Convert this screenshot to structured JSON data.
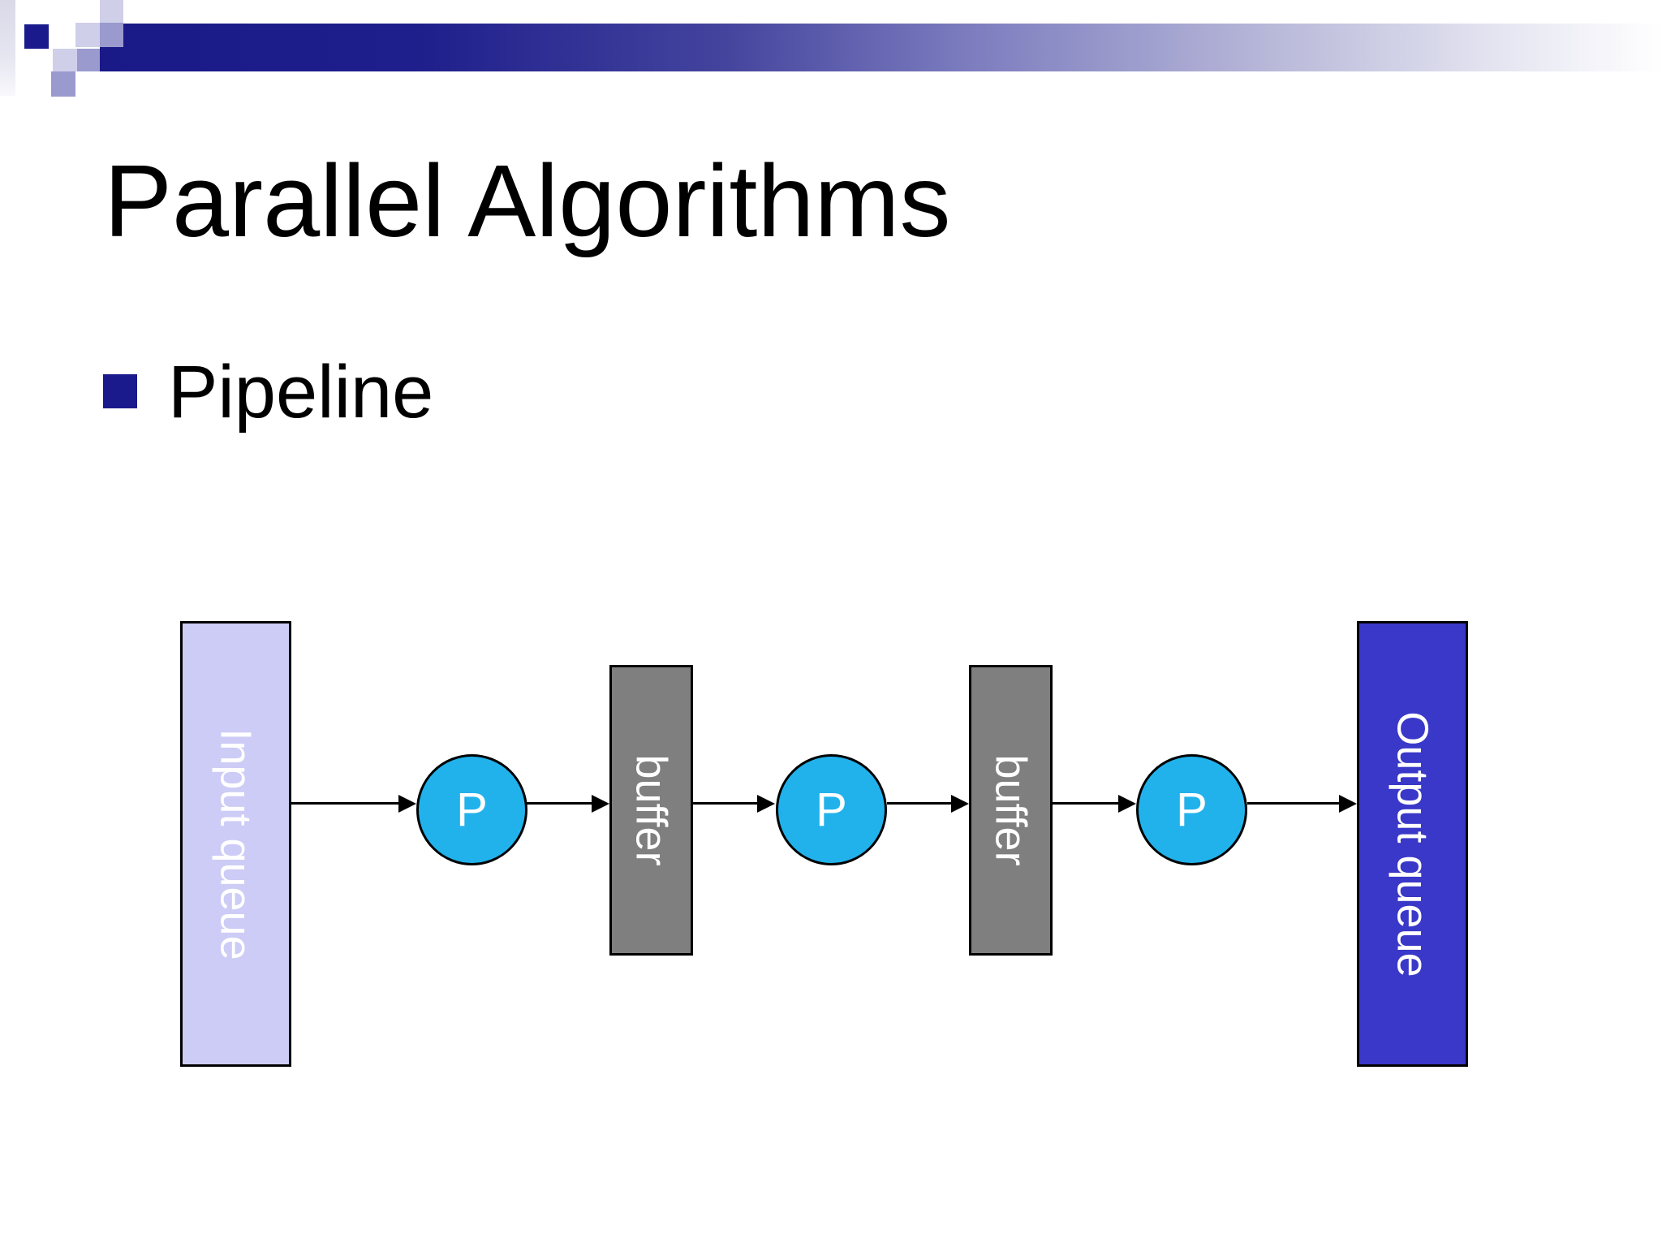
{
  "slide": {
    "title": "Parallel Algorithms",
    "bullet": "Pipeline"
  },
  "diagram": {
    "nodes": [
      {
        "type": "queue",
        "label": "Input queue"
      },
      {
        "type": "process",
        "label": "P"
      },
      {
        "type": "buffer",
        "label": "buffer"
      },
      {
        "type": "process",
        "label": "P"
      },
      {
        "type": "buffer",
        "label": "buffer"
      },
      {
        "type": "process",
        "label": "P"
      },
      {
        "type": "queue",
        "label": "Output queue"
      }
    ],
    "arrow_count": 6
  },
  "colors": {
    "accent_navy": "#1A1A8C",
    "header_gradient_start": "#191987",
    "header_gradient_end": "#FFFFFF",
    "input_queue_fill": "#CDCCF6",
    "output_queue_fill": "#3A38C8",
    "buffer_fill": "#7F7F7F",
    "process_fill": "#21B2EC",
    "shape_border": "#000000",
    "shape_text": "#FFFFFF",
    "body_text": "#000000"
  }
}
